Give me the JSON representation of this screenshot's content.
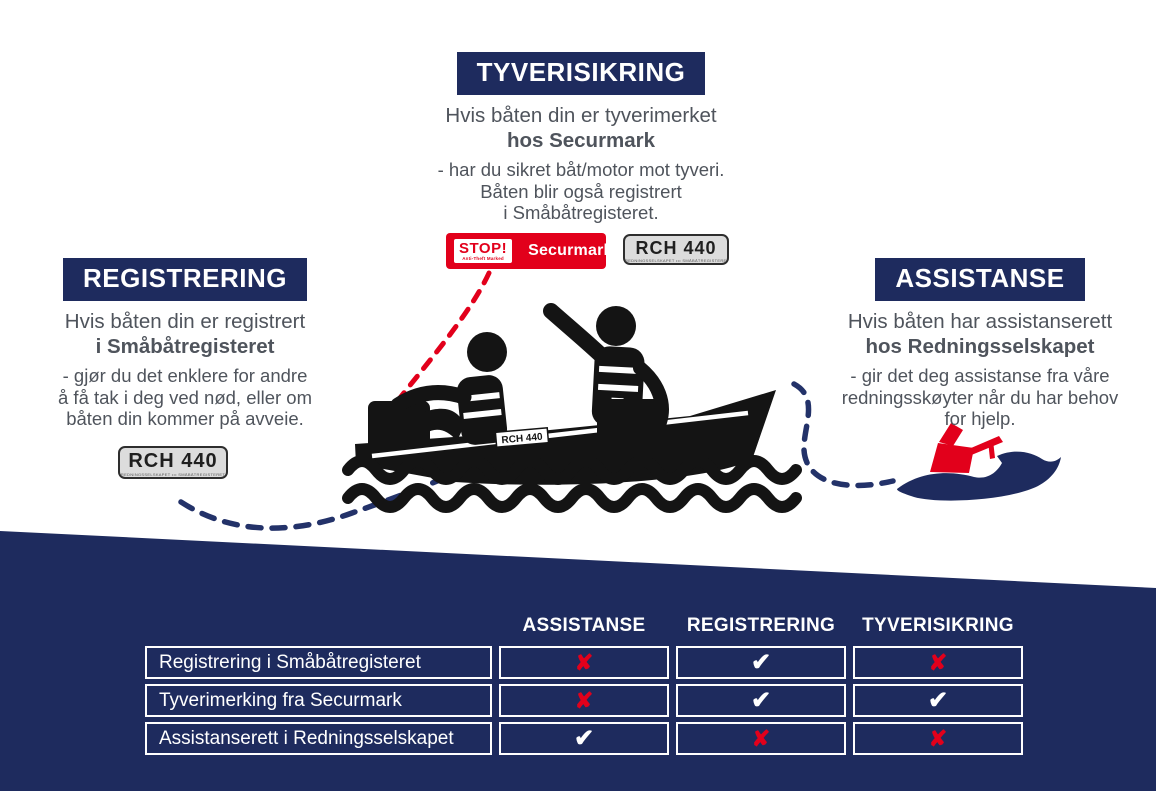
{
  "colors": {
    "navy": "#1e2b5e",
    "red": "#e2001b",
    "body_text": "#4f545c",
    "plate_bg": "#dcdcdc",
    "dash_navy": "#233269"
  },
  "sections": {
    "tyverisikring": {
      "title": "TYVERISIKRING",
      "intro_regular": "Hvis båten din er tyverimerket",
      "intro_bold": "hos Securmark",
      "body": [
        "- har du sikret båt/motor mot tyveri.",
        "Båten blir også registrert",
        "i Småbåtregisteret."
      ]
    },
    "registrering": {
      "title": "REGISTRERING",
      "intro_regular": "Hvis båten din er registrert",
      "intro_bold": "i Småbåtregisteret",
      "body": [
        "- gjør du det enklere for andre",
        "å få tak i deg ved nød, eller om",
        "båten din kommer på avveie."
      ]
    },
    "assistanse": {
      "title": "ASSISTANSE",
      "intro_regular": "Hvis båten har assistanserett",
      "intro_bold": "hos Redningsselskapet",
      "body": [
        "- gir det deg assistanse fra våre",
        "redningsskøyter når du har behov",
        "for hjelp."
      ]
    }
  },
  "securmark_sticker": {
    "stop": "STOP!",
    "stop_sub": "Anti-Theft Marked",
    "brand": "Securmark"
  },
  "plate": {
    "number": "RCH 440",
    "microtext": "REDNINGSSELSKAPET ••• SMÅBÅTREGISTERET"
  },
  "boat": {
    "hull_label": "RCH 440"
  },
  "table": {
    "column_headers": [
      "ASSISTANSE",
      "REGISTRERING",
      "TYVERISIKRING"
    ],
    "rows": [
      {
        "label": "Registrering i Småbåtregisteret",
        "values": [
          "no",
          "yes",
          "no"
        ]
      },
      {
        "label": "Tyverimerking fra Securmark",
        "values": [
          "no",
          "yes",
          "yes"
        ]
      },
      {
        "label": "Assistanserett i Redningsselskapet",
        "values": [
          "yes",
          "no",
          "no"
        ]
      }
    ],
    "check_glyph": "✔",
    "cross_glyph": "✘"
  }
}
